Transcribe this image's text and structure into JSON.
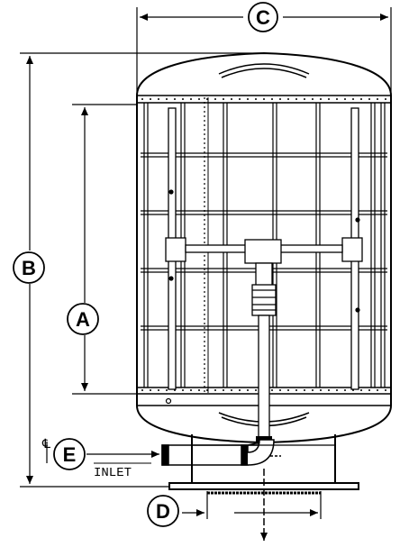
{
  "drawing": {
    "callouts": {
      "a": "A",
      "b": "B",
      "c": "C",
      "d": "D",
      "e": "E"
    },
    "inlet_label": "INLET",
    "centerline_symbol": "℄"
  }
}
